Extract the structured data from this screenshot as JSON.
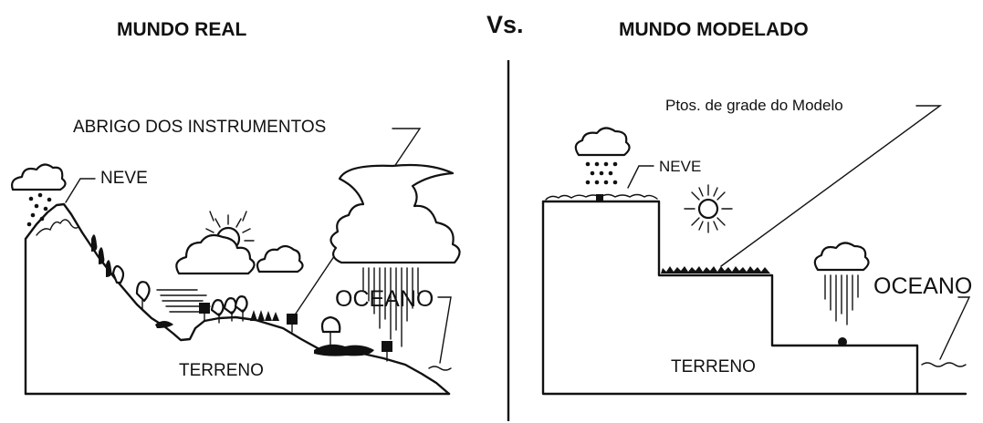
{
  "headers": {
    "real": "MUNDO REAL",
    "vs": "Vs.",
    "modeled": "MUNDO MODELADO"
  },
  "real_world": {
    "shelter_label": "ABRIGO DOS INSTRUMENTOS",
    "snow_label": "NEVE",
    "ocean_label": "OCEANO",
    "terrain_label": "TERRENO"
  },
  "modeled_world": {
    "grid_points_label": "Ptos. de grade do Modelo",
    "snow_label": "NEVE",
    "ocean_label": "OCEANO",
    "terrain_label": "TERRENO"
  }
}
